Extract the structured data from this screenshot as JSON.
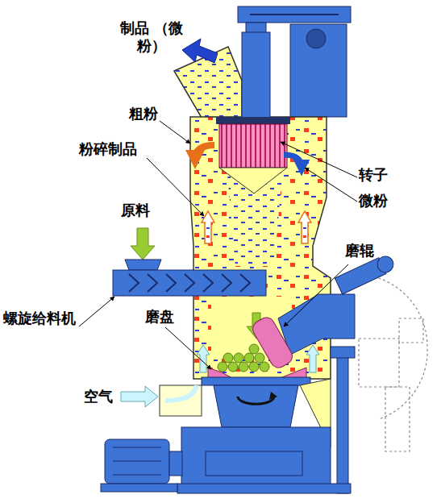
{
  "diagram": {
    "labels": [
      "制品 （微粉）",
      "粗粉",
      "粉碎制品",
      "原料",
      "螺旋给料机",
      "磨盘",
      "空气",
      "转子",
      "微粉",
      "磨辊"
    ]
  }
}
